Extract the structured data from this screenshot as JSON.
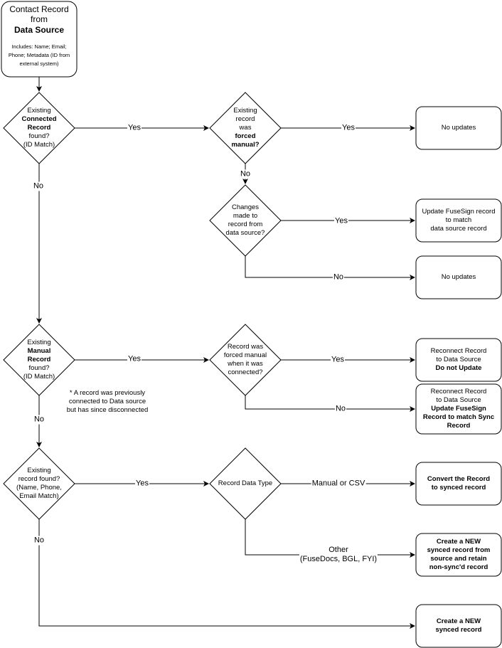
{
  "start": {
    "title_l1": "Contact Record",
    "title_l2": "from",
    "title_l3": "Data Source",
    "desc_l1": "Includes: Name; Email;",
    "desc_l2": "Phone; Metadata (ID from",
    "desc_l3": "external system)"
  },
  "decision_connected": {
    "l1": "Existing",
    "l2": "Connected",
    "l3": "Record",
    "l4": "found?",
    "l5": "(ID Match)"
  },
  "decision_forced_manual": {
    "l1": "Existing",
    "l2": "record",
    "l3": "was",
    "l4": "forced",
    "l5": "manual?"
  },
  "decision_changes": {
    "l1": "Changes",
    "l2": "made to",
    "l3": "record from",
    "l4": "data source?"
  },
  "decision_manual": {
    "l1": "Existing",
    "l2": "Manual",
    "l3": "Record",
    "l4": "found?",
    "l5": "(ID Match)"
  },
  "decision_forced_when_connected": {
    "l1": "Record was",
    "l2": "forced manual",
    "l3": "when it was",
    "l4": "connected?"
  },
  "decision_existing_match": {
    "l1": "Existing",
    "l2": "record found?",
    "l3": "(Name, Phone,",
    "l4": "Email Match)"
  },
  "decision_data_type": {
    "l1": "Record Data Type"
  },
  "result_no_updates_1": {
    "l1": "No updates"
  },
  "result_update_fusesign": {
    "l1": "Update FuseSign record",
    "l2": "to match",
    "l3": "data source record"
  },
  "result_no_updates_2": {
    "l1": "No updates"
  },
  "result_reconnect_no_update": {
    "l1": "Reconnect Record",
    "l2": "to Data Source",
    "l3": "Do not Update"
  },
  "result_reconnect_update": {
    "l1": "Reconnect Record",
    "l2": "to Data Source",
    "l3": "Update FuseSign",
    "l4": "Record to match Sync",
    "l5": "Record"
  },
  "result_convert": {
    "l1": "Convert the Record",
    "l2": "to synced record"
  },
  "result_new_retain": {
    "l1": "Create a NEW",
    "l2": "synced record from",
    "l3": "source and retain",
    "l4": "non-sync'd record"
  },
  "result_new": {
    "l1": "Create a NEW",
    "l2": "synced record"
  },
  "note_disconnected": {
    "l1": "* A record was previously",
    "l2": "connected to Data source",
    "l3": "but has since disconnected"
  },
  "edges": {
    "yes_1": "Yes",
    "yes_2": "Yes",
    "no_1": "No",
    "no_2": "No",
    "yes_3": "Yes",
    "no_3": "No",
    "yes_4": "Yes",
    "yes_5": "Yes",
    "no_4": "No",
    "no_5": "No",
    "yes_6": "Yes",
    "manual_csv": "Manual or CSV",
    "other_l1": "Other",
    "other_l2": "(FuseDocs, BGL, FYI)",
    "no_6": "No"
  }
}
